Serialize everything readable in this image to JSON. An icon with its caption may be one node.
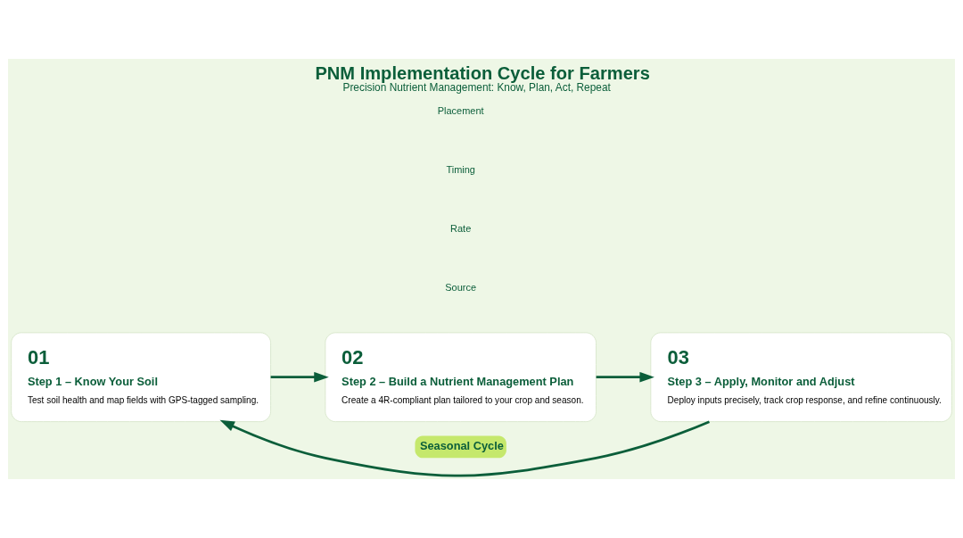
{
  "diagram": {
    "title": "PNM Implementation Cycle for Farmers",
    "caption": "Precision Nutrient Management: Know, Plan, Act, Repeat",
    "nodes": [
      {
        "text": [
          "01",
          "Step 1 – Know Your Soil",
          "Test soil health and map fields with GPS-tagged sampling."
        ]
      },
      {
        "text": [
          "02",
          "Step 2 – Build a Nutrient Management Plan",
          "Create a 4R-compliant plan tailored to your crop and season."
        ]
      },
      {
        "text": [
          "03",
          "Step 3 – Apply, Monitor and Adjust",
          "Deploy inputs precisely, track crop response, and refine continuously."
        ]
      }
    ],
    "edges": [
      {
        "from": 0,
        "to": 1,
        "arrow": "to"
      },
      {
        "from": 1,
        "to": 2,
        "arrow": "to"
      },
      {
        "from": 2,
        "to": 0,
        "arrow": "to",
        "label": "Seasonal Cycle"
      }
    ],
    "labels": [
      "Source",
      "Rate",
      "Timing",
      "Placement"
    ]
  }
}
